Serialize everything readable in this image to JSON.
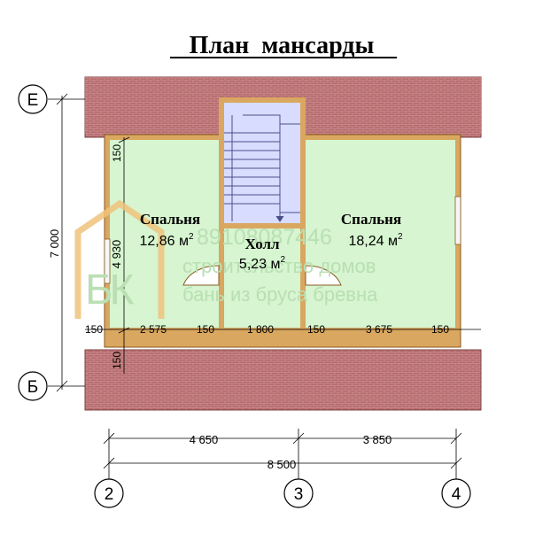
{
  "title": "План  мансарды",
  "axes": {
    "rows": [
      "Е",
      "Б"
    ],
    "columns": [
      "2",
      "3",
      "4"
    ]
  },
  "rooms": [
    {
      "name": "Спальня",
      "area": "12,86 м",
      "sup": "2"
    },
    {
      "name": "Холл",
      "area": "5,23 м",
      "sup": "2"
    },
    {
      "name": "Спальня",
      "area": "18,24 м",
      "sup": "2"
    }
  ],
  "dimensions": {
    "height_total": "7 000",
    "inner_height": "4 930",
    "top_wall": "150",
    "bottom_wall": "150",
    "row_bottom": [
      "150",
      "2 575",
      "150",
      "1 800",
      "150",
      "3 675",
      "150"
    ],
    "span_left": "4 650",
    "span_right": "3 850",
    "span_total": "8 500"
  },
  "watermark": {
    "logo_letters": "БК",
    "phone": "89108087446",
    "line1": "строительство домов",
    "line2": "бань из бруса бревна"
  },
  "colors": {
    "roof": "#b66b6d",
    "wall": "#d9a75f",
    "room": "#d6f5d0",
    "stairs": "#d8dcff",
    "watermark": "#b9dfb3",
    "logo": "#f0c27a"
  }
}
